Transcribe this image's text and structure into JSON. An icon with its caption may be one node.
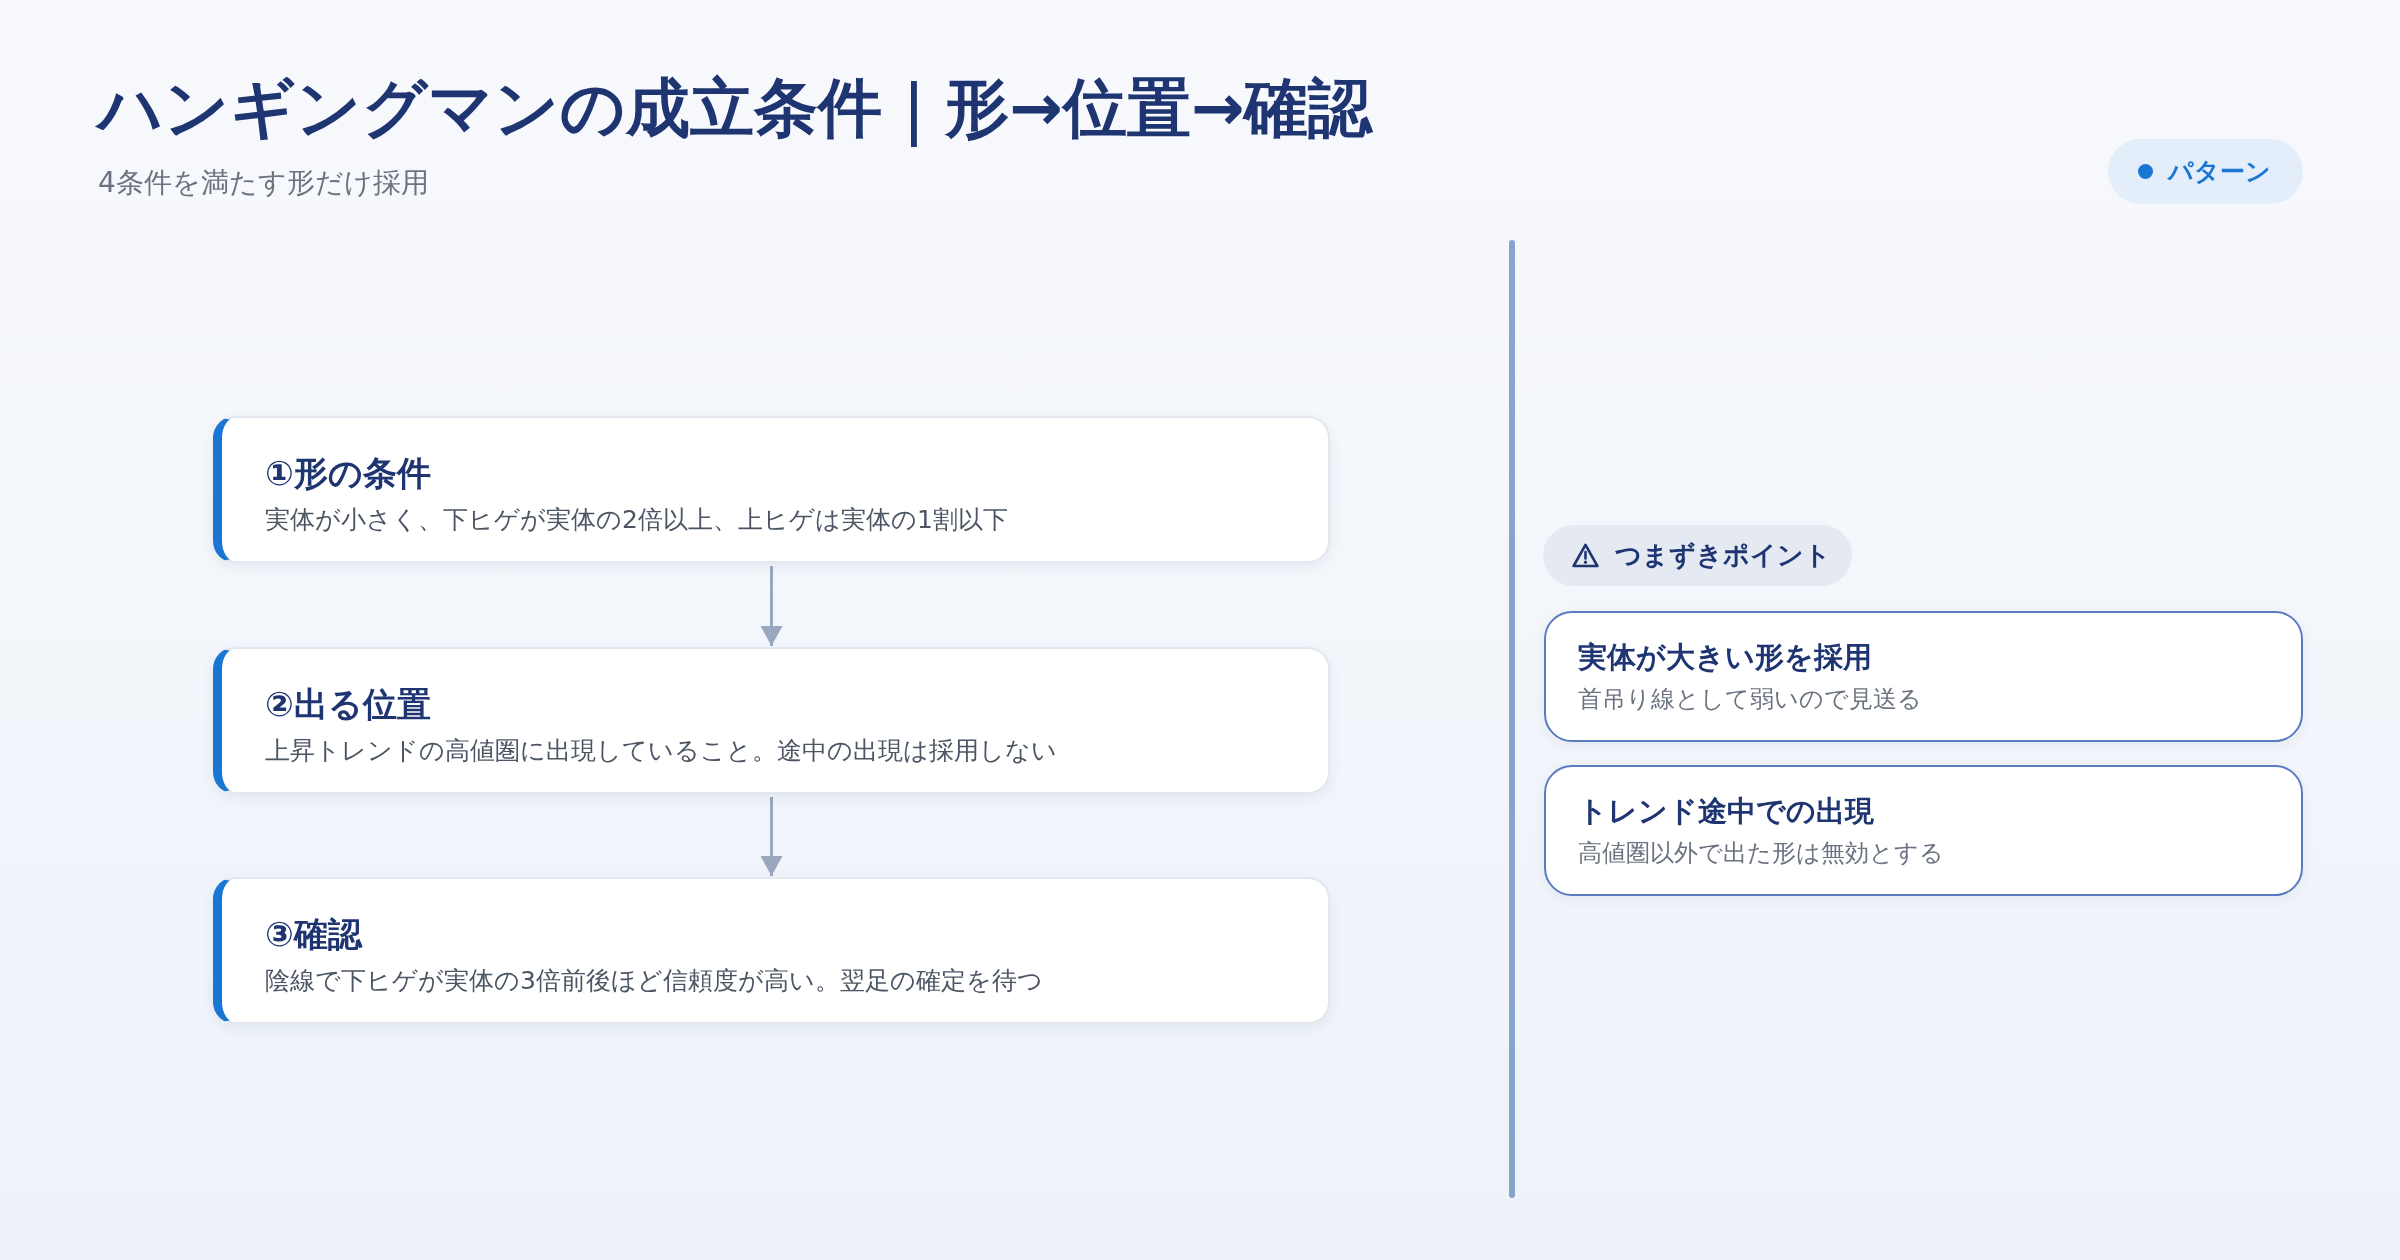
{
  "diagram": {
    "title": "ハンギングマンの成立条件｜形→位置→確認",
    "nodes": [
      {
        "text": [
          "パターン"
        ]
      },
      {
        "text": [
          "①形の条件",
          "実体が小さく、下ヒゲが実体の2倍以上、上ヒゲは実体の1割以下"
        ]
      },
      {
        "text": [
          "②出る位置",
          "上昇トレンドの高値圏に出現していること。途中の出現は採用しない"
        ]
      },
      {
        "text": [
          "③確認",
          "陰線で下ヒゲが実体の3倍前後ほど信頼度が高い。翌足の確定を待つ"
        ]
      },
      {
        "text": [
          "つまずきポイント"
        ]
      },
      {
        "text": [
          "実体が大きい形を採用",
          "首吊り線として弱いので見送る"
        ]
      },
      {
        "text": [
          "トレンド途中での出現",
          "高値圏以外で出た形は無効とする"
        ]
      }
    ],
    "edges": [
      {
        "from": 1,
        "to": 2,
        "arrow": "to"
      },
      {
        "from": 2,
        "to": 3,
        "arrow": "to"
      }
    ],
    "labels": [
      "4条件を満たす形だけ採用"
    ]
  }
}
